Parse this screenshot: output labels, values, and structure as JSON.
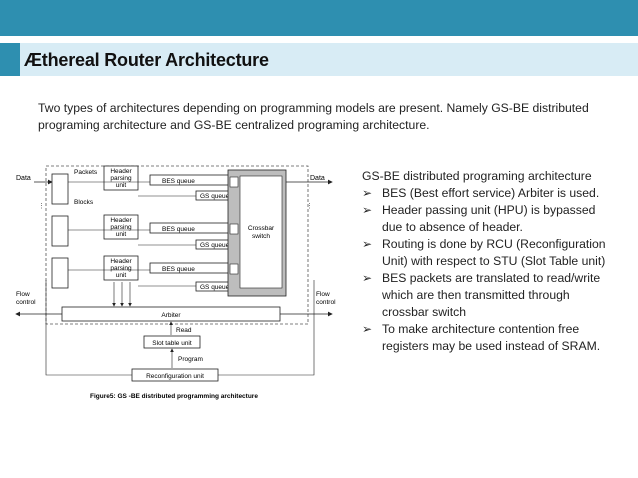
{
  "title": "Æthereal Router Architecture",
  "intro": "Two types of architectures depending on programming models are present. Namely GS-BE distributed programing architecture and GS-BE centralized programing architecture.",
  "figure": {
    "labels": {
      "data_in": "Data",
      "data_out": "Data",
      "packets": "Packets",
      "blocks": "Blocks",
      "hpu1": [
        "Header",
        "parsing",
        "unit"
      ],
      "hpu2": [
        "Header",
        "parsing",
        "unit"
      ],
      "hpu3": [
        "Header",
        "parsing",
        "unit"
      ],
      "bes_queue": "BES queue",
      "gs_queue": "GS queue",
      "crossbar": [
        "Crossbar",
        "switch"
      ],
      "flow_control_left": [
        "Flow",
        "control"
      ],
      "flow_control_right": [
        "Flow",
        "control"
      ],
      "arbiter": "Arbiter",
      "read": "Read",
      "slot_table_unit": "Slot table unit",
      "program": "Program",
      "reconfiguration_unit": "Reconfiguration unit",
      "caption": "Figure5: GS -BE distributed programming architecture"
    }
  },
  "bullets": {
    "heading": "GS-BE distributed programing architecture",
    "marker": "➢",
    "items": [
      "BES (Best effort service) Arbiter is used.",
      "Header passing unit (HPU) is bypassed due to absence of header.",
      "Routing is done by RCU (Reconfiguration Unit) with respect to STU (Slot Table unit)",
      "BES packets are translated to read/write which are then transmitted through crossbar switch",
      "To make architecture contention free registers may be used instead of SRAM."
    ]
  },
  "colors": {
    "topbar": "#2e8fb0",
    "title_band": "#d8ecf5",
    "crossbar_fill": "#bdbdbd"
  }
}
